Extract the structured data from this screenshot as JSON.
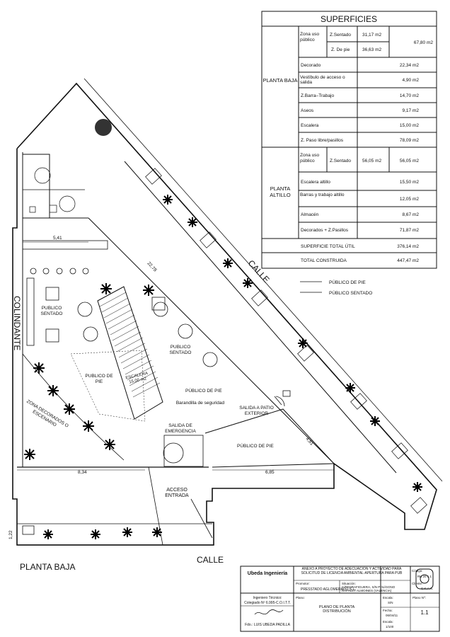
{
  "surfaces_table": {
    "title": "SUPERFICIES",
    "planta_baja": {
      "label": "PLANTA BAJA",
      "zona_uso_publico": "Zona uso público",
      "z_sentado": {
        "label": "Z.Sentado",
        "value": "31,17 m2"
      },
      "z_de_pie": {
        "label": "Z. De pie",
        "value": "36,63 m2"
      },
      "zona_total": "67,80 m2",
      "rows": [
        {
          "label": "Decorado",
          "value": "22,34 m2"
        },
        {
          "label": "Vestíbulo de acceso o salida",
          "value": "4,90 m2"
        },
        {
          "label": "Z.Barra–Trabajo",
          "value": "14,70 m2"
        },
        {
          "label": "Aseos",
          "value": "9,17 m2"
        },
        {
          "label": "Escalera",
          "value": "15,00 m2"
        },
        {
          "label": "Z. Paso libre/pasillos",
          "value": "78,09 m2"
        }
      ]
    },
    "planta_altillo": {
      "label": "PLANTA ALTILLO",
      "zona_uso_publico": "Zona uso público",
      "z_sentado": {
        "label": "Z.Sentado",
        "value": "56,05 m2"
      },
      "zona_total": "56,05 m2",
      "rows": [
        {
          "label": "Escalera altillo",
          "value": "15,50 m2"
        },
        {
          "label": "Barras y trabajo altillo",
          "value": "12,05 m2"
        },
        {
          "label": "Almacén",
          "value": "8,67 m2"
        },
        {
          "label": "Decorados + Z.Pasillos",
          "value": "71,87 m2"
        }
      ]
    },
    "totals": [
      {
        "label": "SUPERFICIE TOTAL ÚTIL",
        "value": "376,14 m2"
      },
      {
        "label": "TOTAL CONSTRUIDA",
        "value": "447,47 m2"
      }
    ]
  },
  "legend": {
    "public_standing": "PÚBLICO DE PIE",
    "public_seated": "PÚBLICO SENTADO"
  },
  "plan": {
    "street_diagonal": "CALLE",
    "street_bottom": "CALLE",
    "colindante": "COLINDANTE",
    "drawing_label": "PLANTA BAJA",
    "zones": {
      "publico_sentado_left": "PÚBLICO SENTADO",
      "publico_sentado_right": "PÚBLICO SENTADO",
      "publico_de_pie_center": "PÚBLICO DE PIE",
      "publico_de_pie_upper": "PÚBLICO DE PIE",
      "publico_de_pie_lower": "PÚBLICO DE PIE",
      "zona_decorados": "ZONA DECORADOS O ESCENARIO",
      "escalera": "ESCALERA 15,00 m2",
      "barandilla": "Barandilla de seguridad",
      "salida_patio": "SALIDA A PATIO EXTERIOR",
      "salida_emergencia": "SALIDA DE EMERGENCIA",
      "acceso": "ACCESO ENTRADA"
    },
    "dimensions": {
      "d_5_41": "5,41",
      "d_8_34": "8,34",
      "d_6_85": "6,85",
      "d_22_78": "22,78",
      "d_4_81": "4,81",
      "d_1_22": "1,22"
    }
  },
  "title_block": {
    "company": "Ubeda Ingeniería",
    "project": "ANEXO A PROYECTO DE ADECUACIÓN Y ACTIVIDAD PARA SOLICITUD DE LICENCIA AMBIENTAL-APERTURA PARA PUB",
    "promoter_label": "Promotor:",
    "promoter": "PRESSTADO AGLOMERADO,S.L.",
    "location_label": "Situación:",
    "location": "C/PEDRAFIGUERA, S/N POLÍGONO RAFALET ALMOINES (VALENCIA)",
    "engineer_label": "Ingeniero Técnico:",
    "colegiado": "Colegiado Nº 6.995-C.O.I.T.T.",
    "engineer": "Fdo.: LUIS UBEDA PADILLA",
    "plano_label": "Plano:",
    "plano": "PLANO DE PLANTA DISTRIBUCIÓN",
    "codigo_label": "Código:",
    "codigo": "RK 20 1.1",
    "escala_label": "Escala:",
    "escala": "S/N",
    "fecha_label": "Fecha:",
    "fecha": "06/04/11",
    "escala2_label": "Escala:",
    "escala2": "1/100",
    "plano_n_label": "Plano Nº:",
    "plano_n": "1.1",
    "cliente_label": "Cliente:",
    "cliente": "C.K.A.S."
  }
}
